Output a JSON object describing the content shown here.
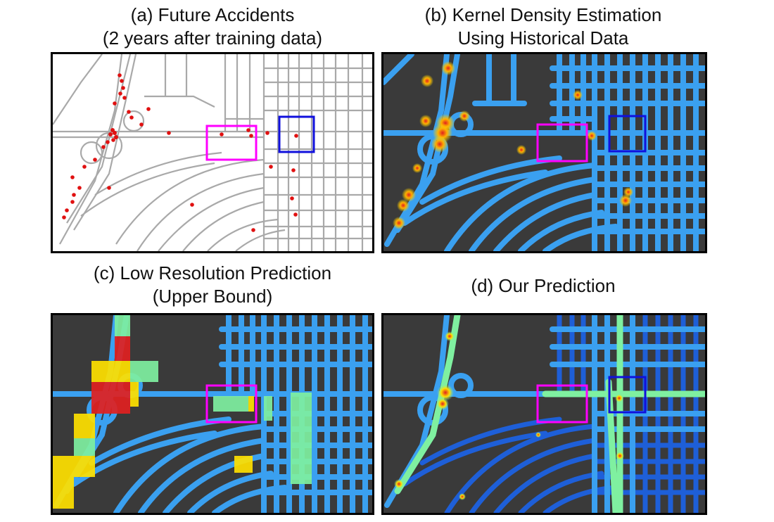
{
  "panels": [
    {
      "id": "a",
      "title_line1": "(a) Future Accidents",
      "title_line2": "(2 years after training data)"
    },
    {
      "id": "b",
      "title_line1": "(b) Kernel Density Estimation",
      "title_line2": "Using Historical Data"
    },
    {
      "id": "c",
      "title_line1": "(c) Low Resolution Prediction",
      "title_line2": "(Upper Bound)"
    },
    {
      "id": "d",
      "title_line1": "(d) Our Prediction",
      "title_line2": ""
    }
  ],
  "colors": {
    "road_plain": "#a9a9a9",
    "road_heat": "#3aa0f0",
    "road_heat_dark": "#1e5fd8",
    "background_satellite": "#3a3a3a",
    "accident_dot": "#e01010",
    "highlight_magenta": "#ff00ff",
    "highlight_blue": "#1010dd",
    "heat_low": "#3aa0f0",
    "heat_mid": "#7ff0a0",
    "heat_high": "#ffe000",
    "heat_max": "#e02020"
  },
  "legend_none": true
}
